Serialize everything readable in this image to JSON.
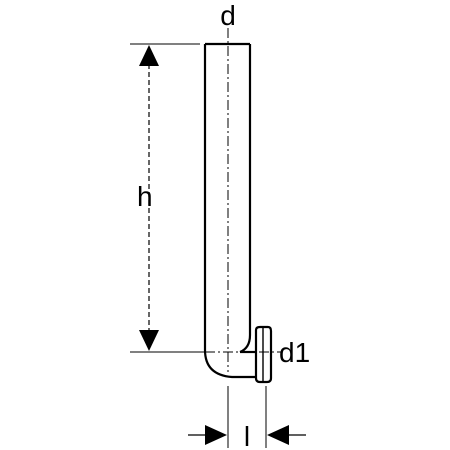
{
  "diagram": {
    "labels": {
      "diameter": "d",
      "height": "h",
      "outlet_diameter": "d1",
      "offset_length": "l"
    },
    "colors": {
      "line": "#000000",
      "background": "#ffffff"
    }
  }
}
